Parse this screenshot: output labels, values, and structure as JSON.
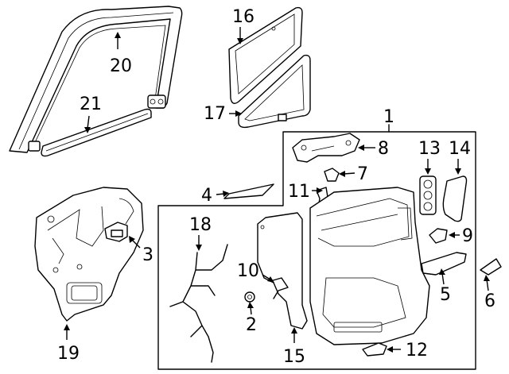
{
  "callouts": [
    {
      "id": "1",
      "text": "1"
    },
    {
      "id": "2",
      "text": "2"
    },
    {
      "id": "3",
      "text": "3"
    },
    {
      "id": "4",
      "text": "4"
    },
    {
      "id": "5",
      "text": "5"
    },
    {
      "id": "6",
      "text": "6"
    },
    {
      "id": "7",
      "text": "7"
    },
    {
      "id": "8",
      "text": "8"
    },
    {
      "id": "9",
      "text": "9"
    },
    {
      "id": "10",
      "text": "10"
    },
    {
      "id": "11",
      "text": "11"
    },
    {
      "id": "12",
      "text": "12"
    },
    {
      "id": "13",
      "text": "13"
    },
    {
      "id": "14",
      "text": "14"
    },
    {
      "id": "15",
      "text": "15"
    },
    {
      "id": "16",
      "text": "16"
    },
    {
      "id": "17",
      "text": "17"
    },
    {
      "id": "18",
      "text": "18"
    },
    {
      "id": "19",
      "text": "19"
    },
    {
      "id": "20",
      "text": "20"
    },
    {
      "id": "21",
      "text": "21"
    }
  ],
  "colors": {
    "line": "#000000",
    "background": "#ffffff",
    "shade": "#d9d9d9"
  }
}
